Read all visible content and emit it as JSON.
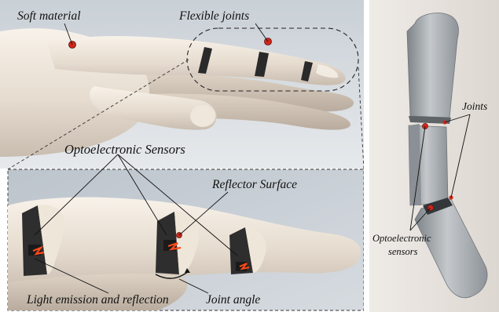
{
  "labels": {
    "soft_material": "Soft material",
    "flexible_joints": "Flexible joints",
    "optoelectronic_sensors": "Optoelectronic Sensors",
    "reflector_surface": "Reflector Surface",
    "light_emission": "Light emission and reflection",
    "joint_angle": "Joint angle",
    "joints": "Joints",
    "opto_sensors_line1": "Optoelectronic",
    "opto_sensors_line2": "sensors"
  },
  "colors": {
    "marker_red": "#d0281c",
    "emitter_orange": "#ff4a1a",
    "skin": "#e9dfd2",
    "shell_grey": "#a9aeb2",
    "panel_bg": "#c5ccd3"
  }
}
